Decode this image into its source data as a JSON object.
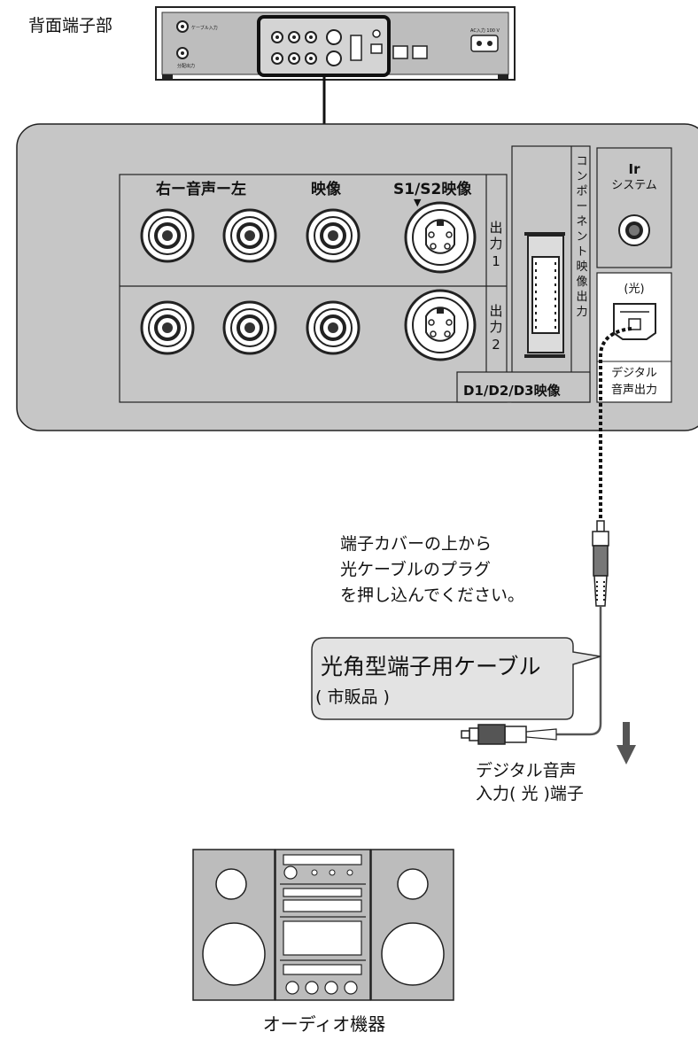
{
  "title": "背面端子部",
  "panel": {
    "audio_label": "右ー音声ー左",
    "video_label": "映像",
    "svideo_label": "S1/S2映像",
    "svideo_marker": "▼",
    "out1_chars": [
      "出",
      "力",
      "1"
    ],
    "out2_chars": [
      "出",
      "力",
      "2"
    ],
    "component_chars": [
      "コ",
      "ン",
      "ポ",
      "ー",
      "ネ",
      "ン",
      "ト",
      "映",
      "像",
      "出",
      "力"
    ],
    "d_label": "D1/D2/D3映像",
    "ir_label_line1": "Ir",
    "ir_label_line2": "システム",
    "optical_label": "(光)",
    "digital_out_line1": "デジタル",
    "digital_out_line2": "音声出力"
  },
  "deck": {
    "cable_in_label": "ケーブル入力",
    "split_out_label": "分配出力",
    "ac_label": "AC入力 100 V"
  },
  "instruction_lines": [
    "端子カバーの上から",
    "光ケーブルのプラグ",
    "を押し込んでください。"
  ],
  "callout": {
    "main": "光角型端子用ケーブル",
    "sub": "( 市販品 )"
  },
  "input_label_lines": [
    "デジタル音声",
    "入力( 光 )端子"
  ],
  "device_label": "オーディオ機器"
}
